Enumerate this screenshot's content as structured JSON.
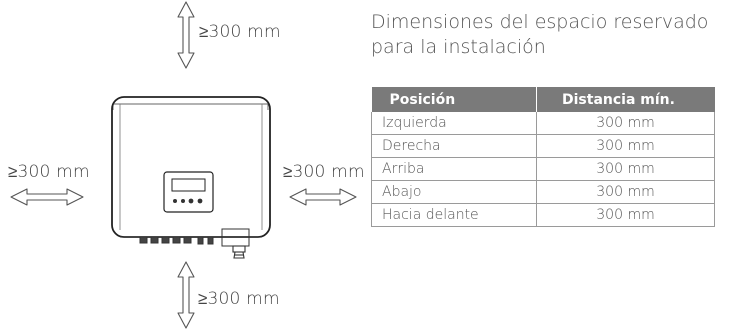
{
  "dimensions": {
    "top": "≥300 mm",
    "left": "≥300 mm",
    "right": "≥300 mm",
    "bottom": "≥300 mm"
  },
  "title": {
    "line1": "Dimensiones del espacio reservado",
    "line2": "para la instalación"
  },
  "table": {
    "headers": [
      "Posición",
      "Distancia mín."
    ],
    "rows": [
      [
        "Izquierda",
        "300 mm"
      ],
      [
        "Derecha",
        "300 mm"
      ],
      [
        "Arriba",
        "300 mm"
      ],
      [
        "Abajo",
        "300 mm"
      ],
      [
        "Hacia delante",
        "300 mm"
      ]
    ],
    "header_color": "#7a7a7a"
  }
}
